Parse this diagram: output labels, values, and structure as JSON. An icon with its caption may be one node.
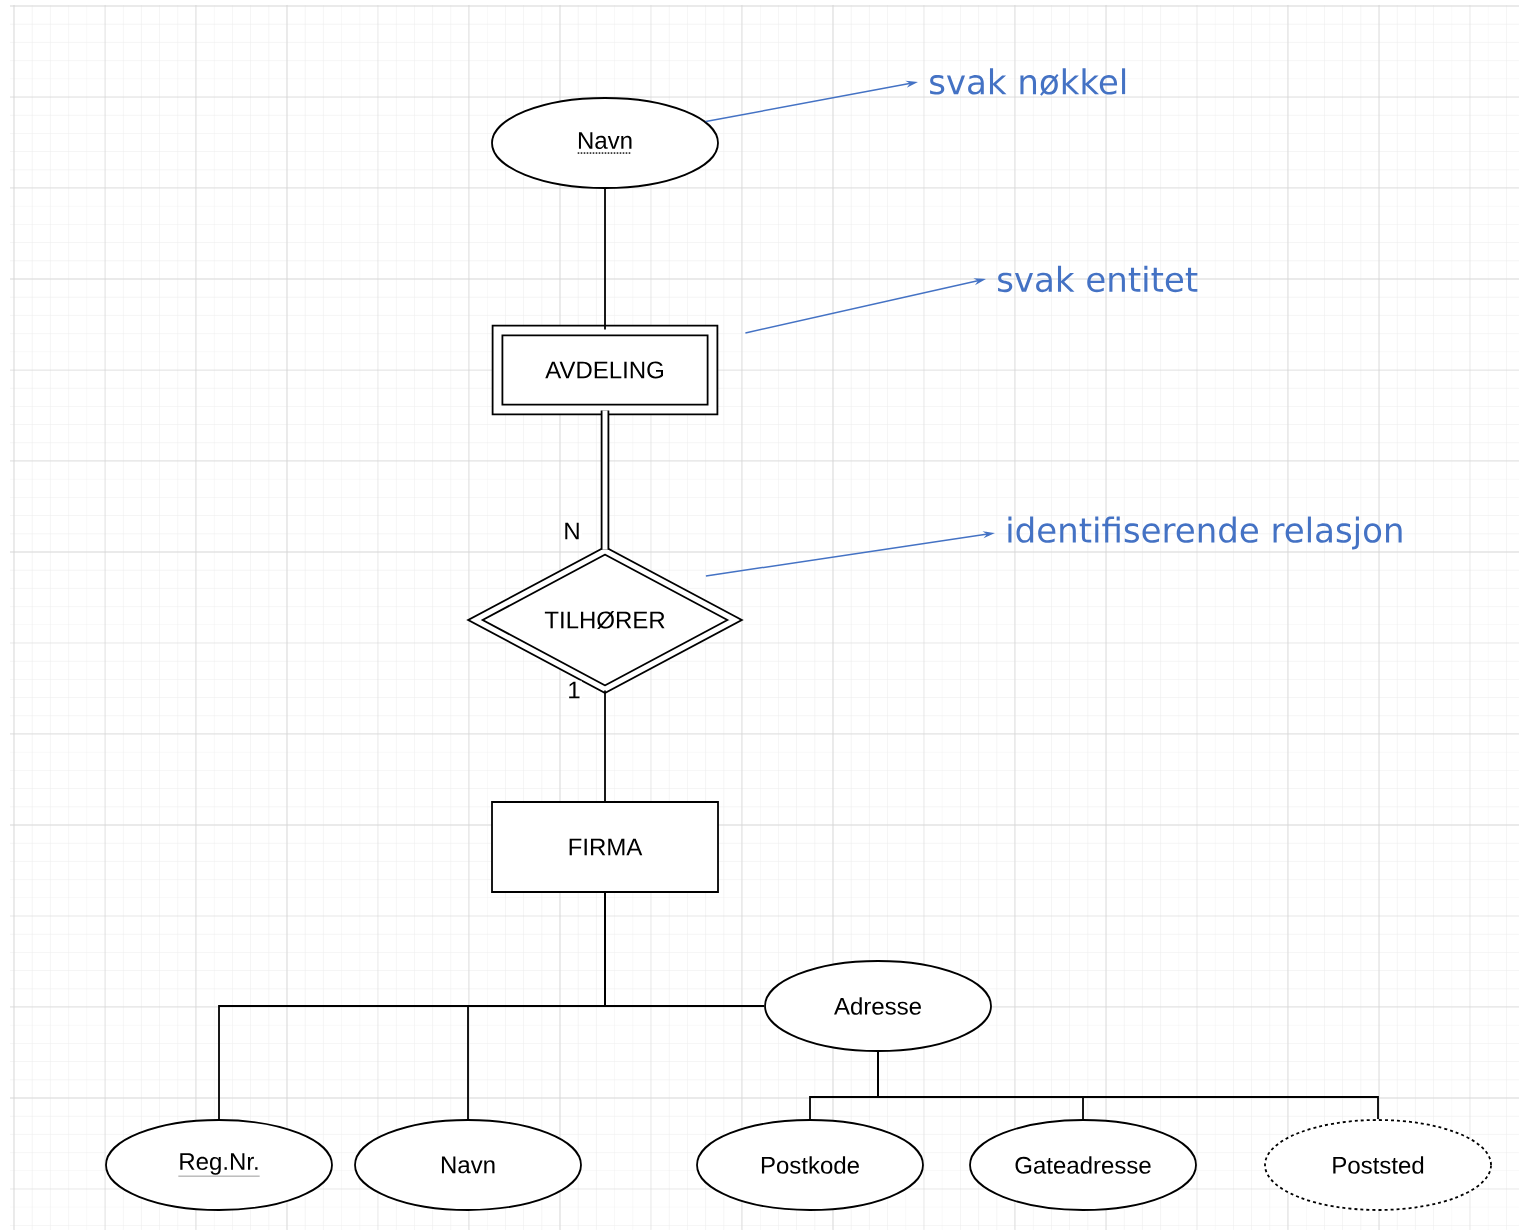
{
  "diagram": {
    "nodes": [
      {
        "text": [
          "Navn"
        ]
      },
      {
        "text": [
          "AVDELING"
        ]
      },
      {
        "text": [
          "TILHØRER"
        ]
      },
      {
        "text": [
          "FIRMA"
        ]
      },
      {
        "text": [
          "Adresse"
        ]
      },
      {
        "text": [
          "Reg.Nr."
        ]
      },
      {
        "text": [
          "Navn"
        ]
      },
      {
        "text": [
          "Postkode"
        ]
      },
      {
        "text": [
          "Gateadresse"
        ]
      },
      {
        "text": [
          "Poststed"
        ]
      },
      {
        "text": [
          "svak nøkkel"
        ]
      },
      {
        "text": [
          "svak entitet"
        ]
      },
      {
        "text": [
          "identifiserende relasjon"
        ]
      }
    ],
    "edges": [
      {
        "from": 0,
        "to": 1,
        "arrow": "none"
      },
      {
        "from": 1,
        "to": 2,
        "arrow": "none",
        "label": "N",
        "style": "thick"
      },
      {
        "from": 2,
        "to": 3,
        "arrow": "none",
        "label": "1"
      },
      {
        "from": 3,
        "to": 5,
        "arrow": "none"
      },
      {
        "from": 3,
        "to": 6,
        "arrow": "none"
      },
      {
        "from": 3,
        "to": 4,
        "arrow": "none"
      },
      {
        "from": 4,
        "to": 7,
        "arrow": "none"
      },
      {
        "from": 4,
        "to": 8,
        "arrow": "none"
      },
      {
        "from": 4,
        "to": 9,
        "arrow": "none"
      },
      {
        "from": 0,
        "to": 10,
        "arrow": "to",
        "color": "#4472c4"
      },
      {
        "from": 1,
        "to": 11,
        "arrow": "to",
        "color": "#4472c4"
      },
      {
        "from": 2,
        "to": 12,
        "arrow": "to",
        "color": "#4472c4"
      }
    ]
  }
}
